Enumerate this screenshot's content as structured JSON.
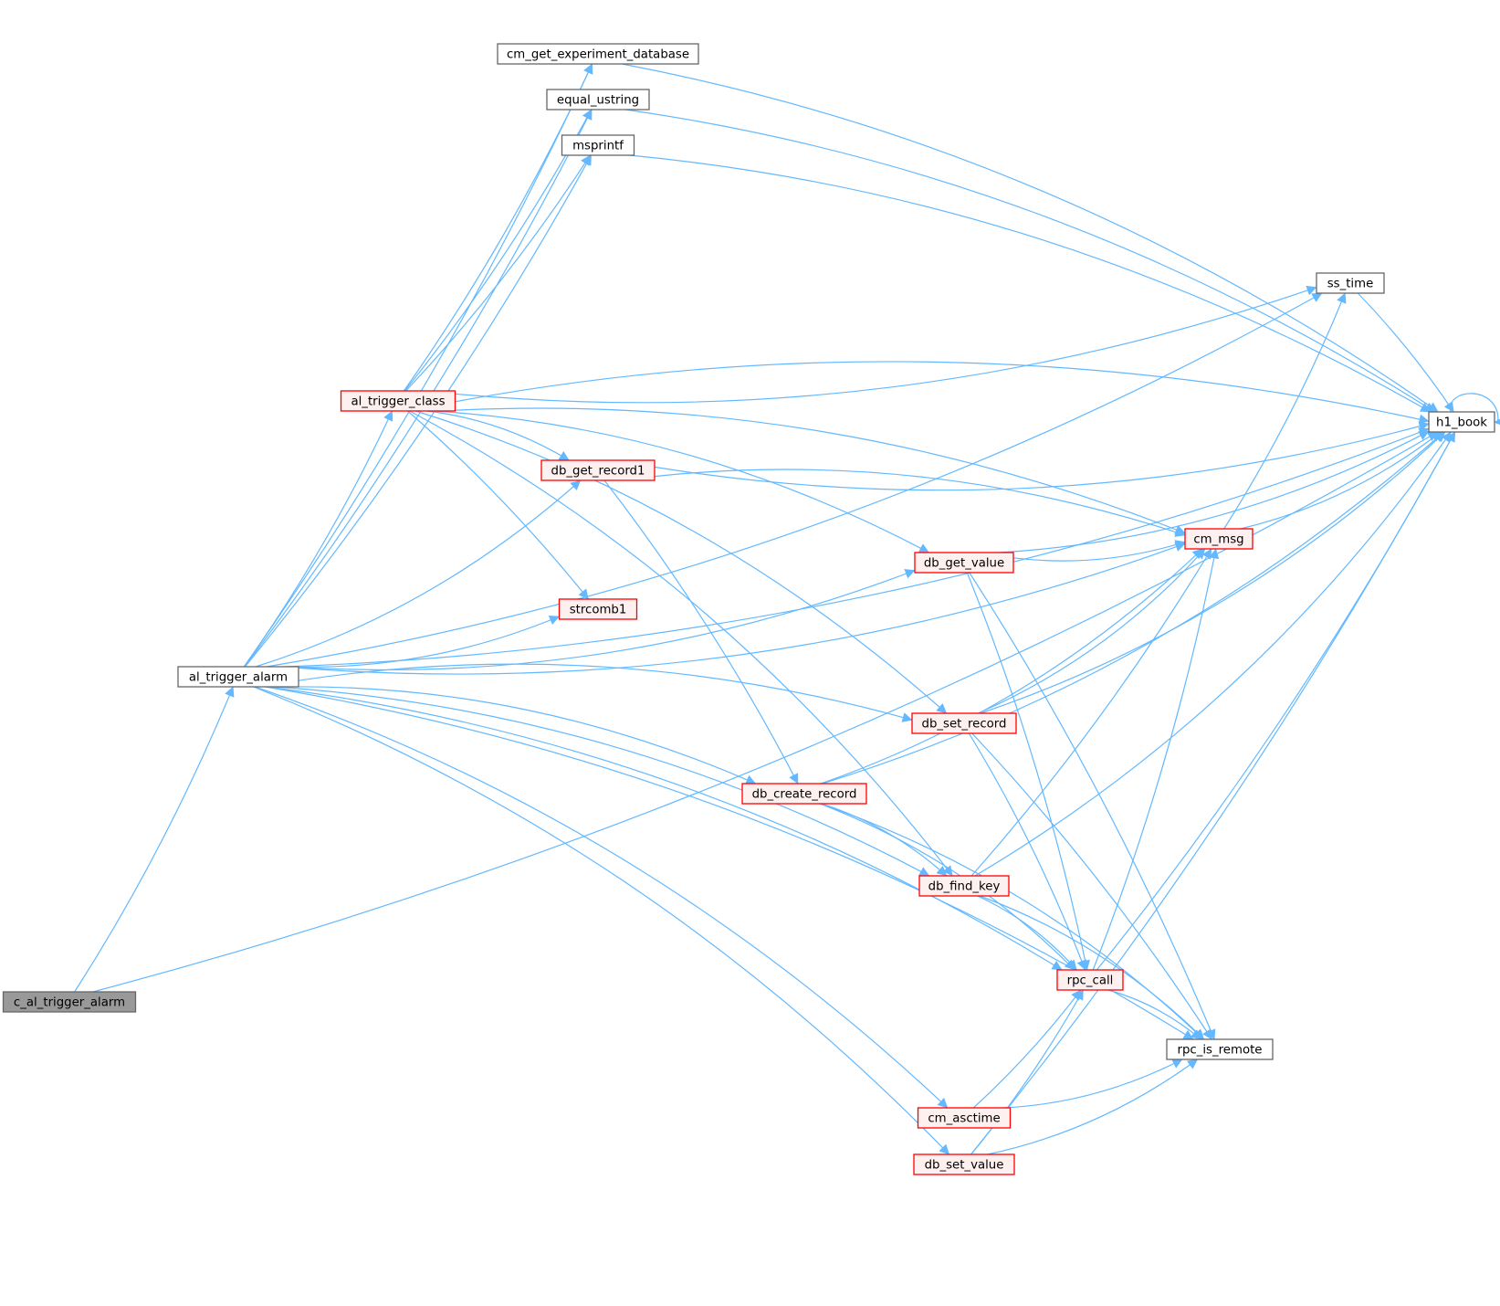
{
  "colors": {
    "edge": "#63b8ff",
    "root_fill": "#999999",
    "root_stroke": "#666666",
    "plain_fill": "#ffffff",
    "plain_stroke": "#666666",
    "truncated_fill": "#fff0f0",
    "truncated_stroke": "#ff0000"
  },
  "nodes": [
    {
      "id": "c_al_trigger_alarm",
      "label": "c_al_trigger_alarm",
      "style": "root"
    },
    {
      "id": "al_trigger_alarm",
      "label": "al_trigger_alarm",
      "style": "plain"
    },
    {
      "id": "al_trigger_class",
      "label": "al_trigger_class",
      "style": "truncated"
    },
    {
      "id": "cm_get_experiment_database",
      "label": "cm_get_experiment_database",
      "style": "plain"
    },
    {
      "id": "equal_ustring",
      "label": "equal_ustring",
      "style": "plain"
    },
    {
      "id": "msprintf",
      "label": "msprintf",
      "style": "plain"
    },
    {
      "id": "db_get_record1",
      "label": "db_get_record1",
      "style": "truncated"
    },
    {
      "id": "strcomb1",
      "label": "strcomb1",
      "style": "truncated"
    },
    {
      "id": "db_get_value",
      "label": "db_get_value",
      "style": "truncated"
    },
    {
      "id": "db_set_record",
      "label": "db_set_record",
      "style": "truncated"
    },
    {
      "id": "db_create_record",
      "label": "db_create_record",
      "style": "truncated"
    },
    {
      "id": "db_find_key",
      "label": "db_find_key",
      "style": "truncated"
    },
    {
      "id": "cm_asctime",
      "label": "cm_asctime",
      "style": "truncated"
    },
    {
      "id": "db_set_value",
      "label": "db_set_value",
      "style": "truncated"
    },
    {
      "id": "cm_msg",
      "label": "cm_msg",
      "style": "truncated"
    },
    {
      "id": "rpc_call",
      "label": "rpc_call",
      "style": "truncated"
    },
    {
      "id": "rpc_is_remote",
      "label": "rpc_is_remote",
      "style": "plain"
    },
    {
      "id": "ss_time",
      "label": "ss_time",
      "style": "plain"
    },
    {
      "id": "h1_book",
      "label": "h1_book",
      "style": "plain"
    }
  ],
  "edges": [
    [
      "c_al_trigger_alarm",
      "al_trigger_alarm"
    ],
    [
      "c_al_trigger_alarm",
      "h1_book"
    ],
    [
      "al_trigger_alarm",
      "al_trigger_class"
    ],
    [
      "al_trigger_alarm",
      "cm_get_experiment_database"
    ],
    [
      "al_trigger_alarm",
      "equal_ustring"
    ],
    [
      "al_trigger_alarm",
      "msprintf"
    ],
    [
      "al_trigger_alarm",
      "db_get_record1"
    ],
    [
      "al_trigger_alarm",
      "strcomb1"
    ],
    [
      "al_trigger_alarm",
      "db_get_value"
    ],
    [
      "al_trigger_alarm",
      "db_set_record"
    ],
    [
      "al_trigger_alarm",
      "db_create_record"
    ],
    [
      "al_trigger_alarm",
      "db_find_key"
    ],
    [
      "al_trigger_alarm",
      "rpc_call"
    ],
    [
      "al_trigger_alarm",
      "cm_asctime"
    ],
    [
      "al_trigger_alarm",
      "db_set_value"
    ],
    [
      "al_trigger_alarm",
      "rpc_is_remote"
    ],
    [
      "al_trigger_alarm",
      "cm_msg"
    ],
    [
      "al_trigger_alarm",
      "ss_time"
    ],
    [
      "al_trigger_alarm",
      "h1_book"
    ],
    [
      "al_trigger_class",
      "cm_get_experiment_database"
    ],
    [
      "al_trigger_class",
      "equal_ustring"
    ],
    [
      "al_trigger_class",
      "msprintf"
    ],
    [
      "al_trigger_class",
      "ss_time"
    ],
    [
      "al_trigger_class",
      "h1_book"
    ],
    [
      "al_trigger_class",
      "cm_msg"
    ],
    [
      "al_trigger_class",
      "db_get_record1"
    ],
    [
      "al_trigger_class",
      "db_get_value"
    ],
    [
      "al_trigger_class",
      "strcomb1"
    ],
    [
      "al_trigger_class",
      "db_set_record"
    ],
    [
      "al_trigger_class",
      "db_find_key"
    ],
    [
      "cm_get_experiment_database",
      "h1_book"
    ],
    [
      "equal_ustring",
      "h1_book"
    ],
    [
      "msprintf",
      "h1_book"
    ],
    [
      "db_get_record1",
      "h1_book"
    ],
    [
      "db_get_record1",
      "cm_msg"
    ],
    [
      "db_get_record1",
      "db_create_record"
    ],
    [
      "db_get_value",
      "cm_msg"
    ],
    [
      "db_get_value",
      "h1_book"
    ],
    [
      "db_get_value",
      "rpc_call"
    ],
    [
      "db_get_value",
      "rpc_is_remote"
    ],
    [
      "db_set_record",
      "cm_msg"
    ],
    [
      "db_set_record",
      "h1_book"
    ],
    [
      "db_set_record",
      "rpc_call"
    ],
    [
      "db_set_record",
      "rpc_is_remote"
    ],
    [
      "db_create_record",
      "cm_msg"
    ],
    [
      "db_create_record",
      "h1_book"
    ],
    [
      "db_create_record",
      "db_find_key"
    ],
    [
      "db_create_record",
      "rpc_call"
    ],
    [
      "db_create_record",
      "rpc_is_remote"
    ],
    [
      "db_find_key",
      "cm_msg"
    ],
    [
      "db_find_key",
      "h1_book"
    ],
    [
      "db_find_key",
      "rpc_call"
    ],
    [
      "db_find_key",
      "rpc_is_remote"
    ],
    [
      "cm_msg",
      "ss_time"
    ],
    [
      "cm_msg",
      "h1_book"
    ],
    [
      "rpc_call",
      "cm_msg"
    ],
    [
      "rpc_call",
      "h1_book"
    ],
    [
      "rpc_call",
      "rpc_is_remote"
    ],
    [
      "cm_asctime",
      "rpc_call"
    ],
    [
      "cm_asctime",
      "rpc_is_remote"
    ],
    [
      "db_set_value",
      "rpc_call"
    ],
    [
      "db_set_value",
      "rpc_is_remote"
    ],
    [
      "db_set_value",
      "h1_book"
    ],
    [
      "ss_time",
      "h1_book"
    ],
    [
      "h1_book",
      "h1_book"
    ]
  ]
}
